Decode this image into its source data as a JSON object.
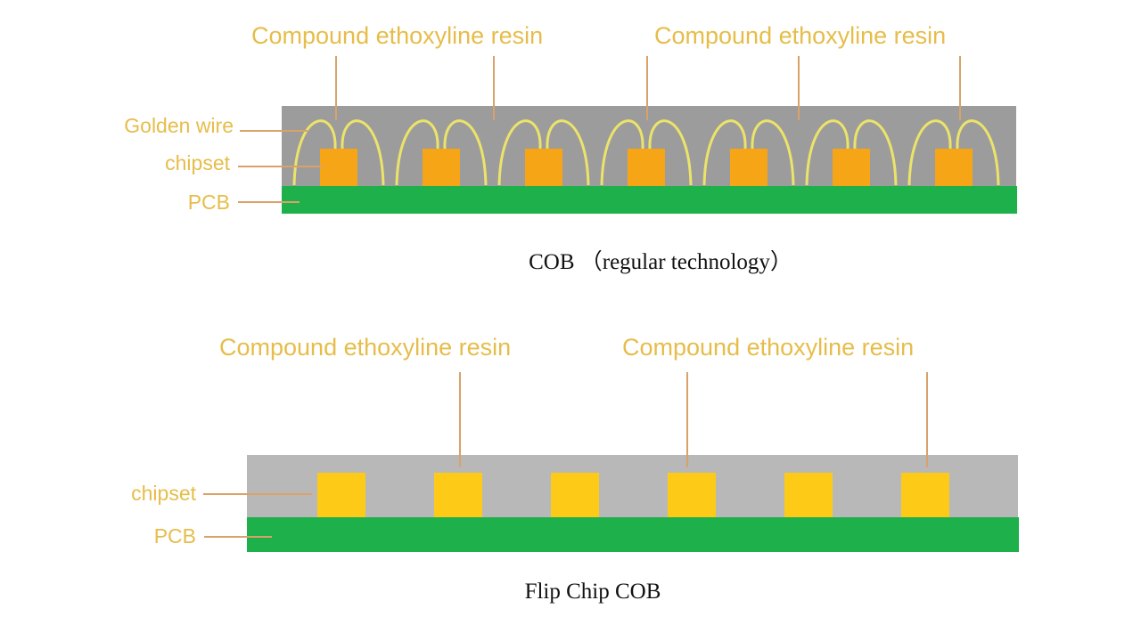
{
  "colors": {
    "resin": "#9c9c9c",
    "resin_flip": "#b8b8b8",
    "pcb": "#1db04b",
    "chip_regular": "#f6a517",
    "chip_flip": "#fdcb17",
    "golden_wire": "#ece36a",
    "label_text": "#e6bd4a",
    "leader_line": "#d9a26a",
    "caption_text": "#111111"
  },
  "regular": {
    "resin_labels": [
      "Compound ethoxyline resin",
      "Compound ethoxyline resin"
    ],
    "side_labels": {
      "golden_wire": "Golden wire",
      "chipset": "chipset",
      "pcb": "PCB"
    },
    "chip_count": 7,
    "caption": "COB （regular technology）"
  },
  "flip": {
    "resin_labels": [
      "Compound ethoxyline resin",
      "Compound ethoxyline resin"
    ],
    "side_labels": {
      "chipset": "chipset",
      "pcb": "PCB"
    },
    "chip_count": 6,
    "caption": "Flip Chip COB"
  }
}
